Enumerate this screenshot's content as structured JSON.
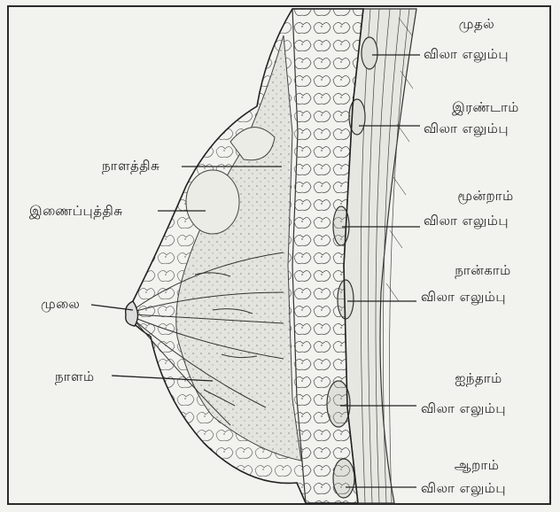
{
  "labels": {
    "ribs": [
      {
        "ordinal": "முதல்",
        "name": "விலா எலும்பு"
      },
      {
        "ordinal": "இரண்டாம்",
        "name": "விலா எலும்பு"
      },
      {
        "ordinal": "மூன்றாம்",
        "name": "விலா எலும்பு"
      },
      {
        "ordinal": "நான்காம்",
        "name": "விலா எலும்பு"
      },
      {
        "ordinal": "ஐந்தாம்",
        "name": "விலா எலும்பு"
      },
      {
        "ordinal": "ஆறாம்",
        "name": "விலா எலும்பு"
      }
    ],
    "left": {
      "gland": "நாளத்திசு",
      "connective": "இணைப்புத்திசு",
      "nipple": "முலை",
      "ducts": "நாளம்"
    }
  }
}
